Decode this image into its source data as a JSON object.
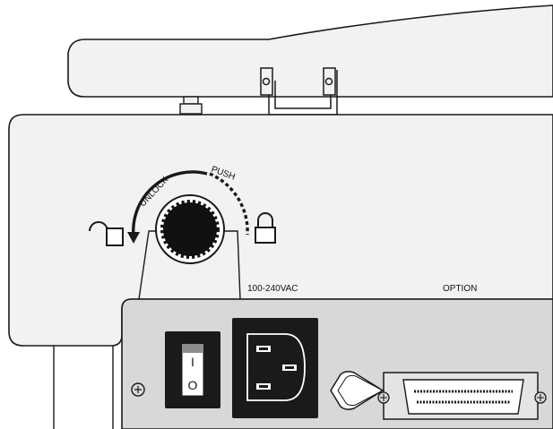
{
  "labels": {
    "unlock": "UNLOCK",
    "push": "PUSH",
    "voltage": "100-240VAC",
    "option": "OPTION"
  },
  "switch": {
    "on_symbol": "I",
    "off_symbol": "O"
  },
  "icons": {
    "unlocked_padlock": "padlock-open-icon",
    "locked_padlock": "padlock-closed-icon",
    "rotate_arrow": "rotate-counterclockwise-arrow-icon"
  },
  "colors": {
    "line": "#1a1a1a",
    "body_fill": "#f2f2f2",
    "rear_panel": "#d8d8d8",
    "inlet_block": "#1a1a1a",
    "knob": "#111111"
  }
}
